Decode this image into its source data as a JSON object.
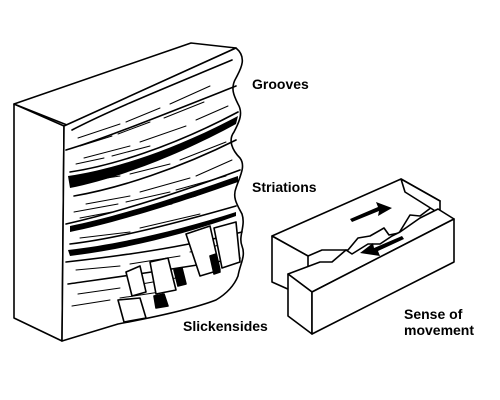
{
  "labels": {
    "grooves": "Grooves",
    "striations": "Striations",
    "slickensides": "Slickensides",
    "sense_line1": "Sense of",
    "sense_line2": "movement"
  },
  "colors": {
    "ink": "#000000",
    "paper": "#ffffff"
  }
}
